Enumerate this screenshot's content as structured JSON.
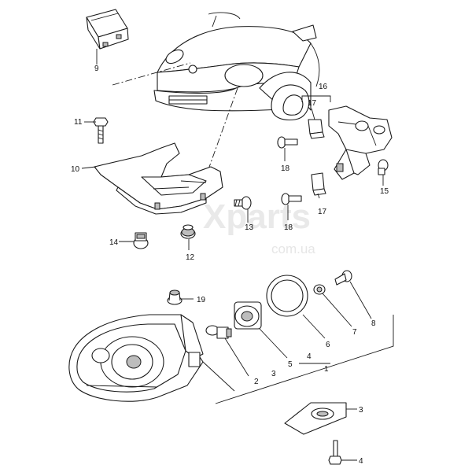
{
  "watermark": {
    "brand": "Xparts",
    "domain": "com.ua"
  },
  "callouts": [
    {
      "id": "c1",
      "text": "1"
    },
    {
      "id": "c2",
      "text": "2"
    },
    {
      "id": "c3a",
      "text": "3"
    },
    {
      "id": "c3b",
      "text": "3"
    },
    {
      "id": "c4a",
      "text": "4"
    },
    {
      "id": "c4b",
      "text": "4"
    },
    {
      "id": "c5",
      "text": "5"
    },
    {
      "id": "c6",
      "text": "6"
    },
    {
      "id": "c7",
      "text": "7"
    },
    {
      "id": "c8",
      "text": "8"
    },
    {
      "id": "c9",
      "text": "9"
    },
    {
      "id": "c10",
      "text": "10"
    },
    {
      "id": "c11",
      "text": "11"
    },
    {
      "id": "c12",
      "text": "12"
    },
    {
      "id": "c13",
      "text": "13"
    },
    {
      "id": "c14",
      "text": "14"
    },
    {
      "id": "c15",
      "text": "15"
    },
    {
      "id": "c16",
      "text": "16"
    },
    {
      "id": "c17a",
      "text": "17"
    },
    {
      "id": "c17b",
      "text": "17"
    },
    {
      "id": "c18a",
      "text": "18"
    },
    {
      "id": "c18b",
      "text": "18"
    },
    {
      "id": "c19",
      "text": "19"
    }
  ]
}
